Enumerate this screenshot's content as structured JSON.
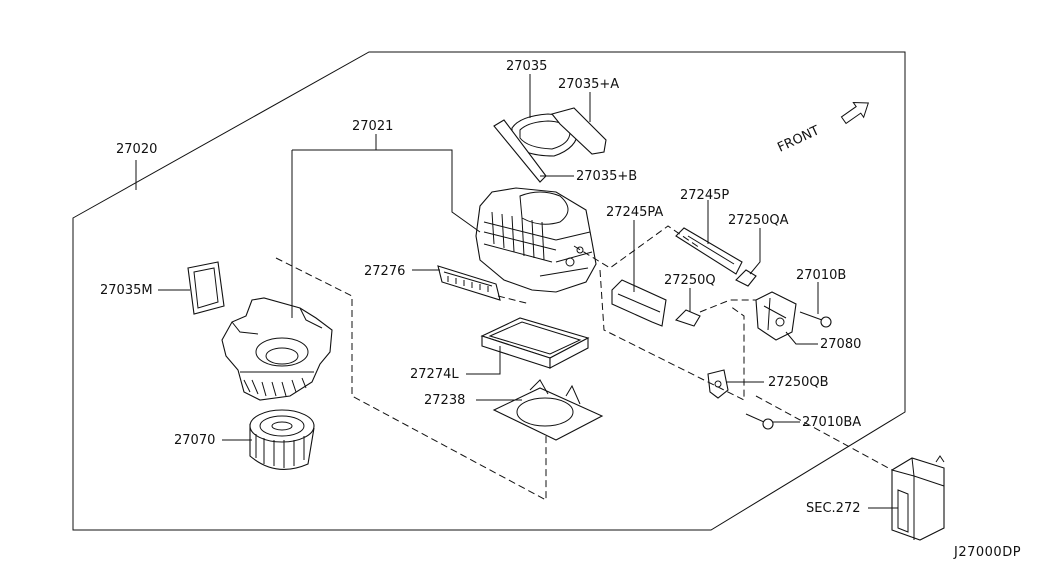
{
  "diagram": {
    "drawing_code": "J27000DP",
    "front_label": "FRONT",
    "labels": {
      "p27020": "27020",
      "p27021": "27021",
      "p27035": "27035",
      "p27035a": "27035+A",
      "p27035b": "27035+B",
      "p27245p": "27245P",
      "p27245pa": "27245PA",
      "p27250qa": "27250QA",
      "p27276": "27276",
      "p27250q": "27250Q",
      "p27010b": "27010B",
      "p27035m": "27035M",
      "p27080": "27080",
      "p27274l": "27274L",
      "p27250qb": "27250QB",
      "p27238": "27238",
      "p27010ba": "27010BA",
      "p27070": "27070",
      "sec272": "SEC.272"
    }
  }
}
